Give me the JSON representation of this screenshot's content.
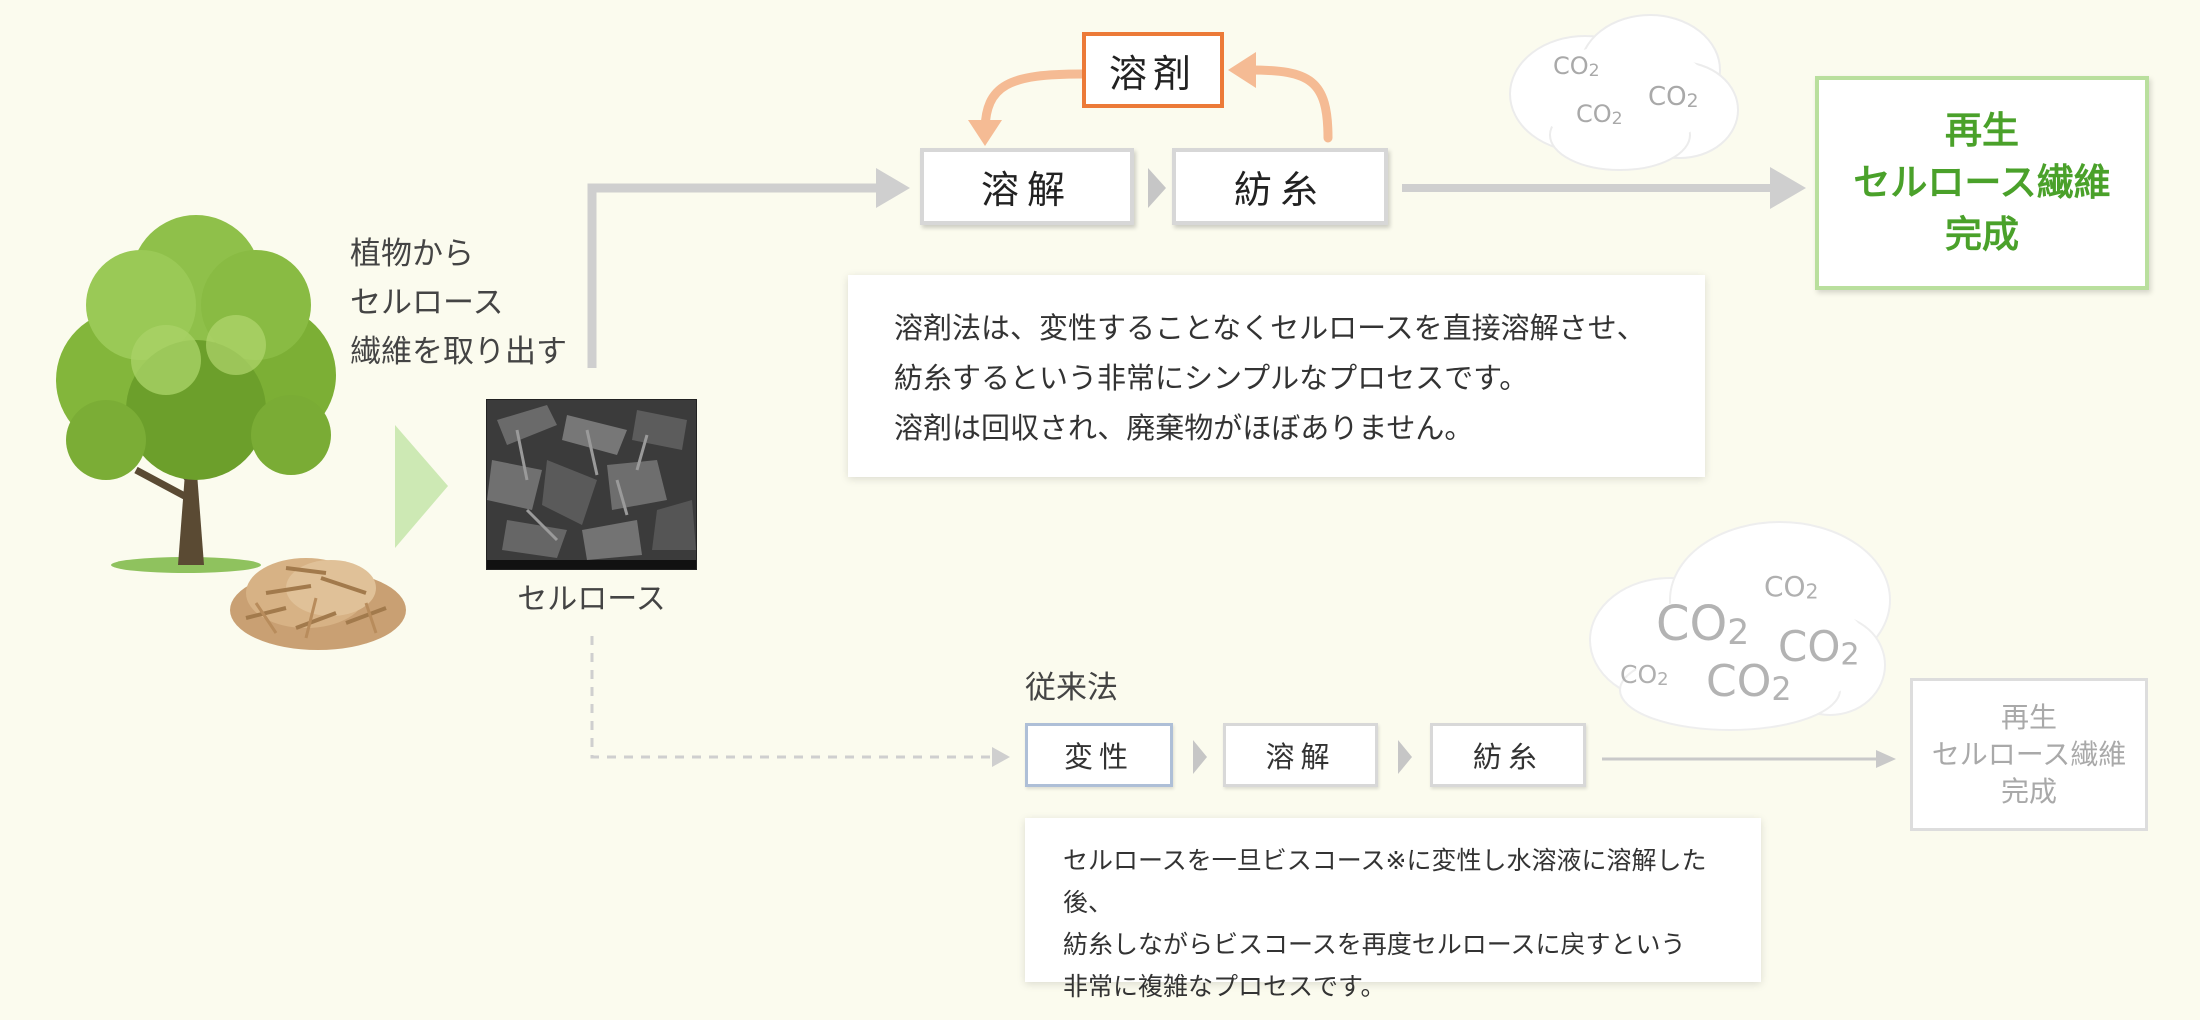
{
  "source": {
    "extract_label_lines": [
      "植物から",
      "セルロース",
      "繊維を取り出す"
    ],
    "cellulose_caption": "セルロース"
  },
  "solvent_method": {
    "solvent_label": "溶剤",
    "steps": [
      "溶解",
      "紡糸"
    ],
    "result_lines": [
      "再生",
      "セルロース繊維",
      "完成"
    ],
    "description_lines": [
      "溶剤法は、変性することなくセルロースを直接溶解させ、",
      "紡糸するという非常にシンプルなプロセスです。",
      "溶剤は回収され、廃棄物がほぼありません。"
    ],
    "cloud_labels": [
      "CO2",
      "CO2",
      "CO2"
    ]
  },
  "conventional_method": {
    "title": "従来法",
    "steps": [
      "変性",
      "溶解",
      "紡糸"
    ],
    "result_lines": [
      "再生",
      "セルロース繊維",
      "完成"
    ],
    "description_lines": [
      "セルロースを一旦ビスコース※に変性し水溶液に溶解した後、",
      "紡糸しながらビスコースを再度セルロースに戻すという",
      "非常に複雑なプロセスです。"
    ],
    "cloud_labels": [
      "CO2",
      "CO2",
      "CO2",
      "CO2",
      "CO2"
    ]
  },
  "colors": {
    "background": "#fbfbee",
    "solvent_accent": "#ec7a38",
    "result_green": "#4aa12a",
    "result_border": "#b9df9d",
    "arrow_gray": "#cfcfcf",
    "conv_blue_border": "#aebfd7"
  }
}
